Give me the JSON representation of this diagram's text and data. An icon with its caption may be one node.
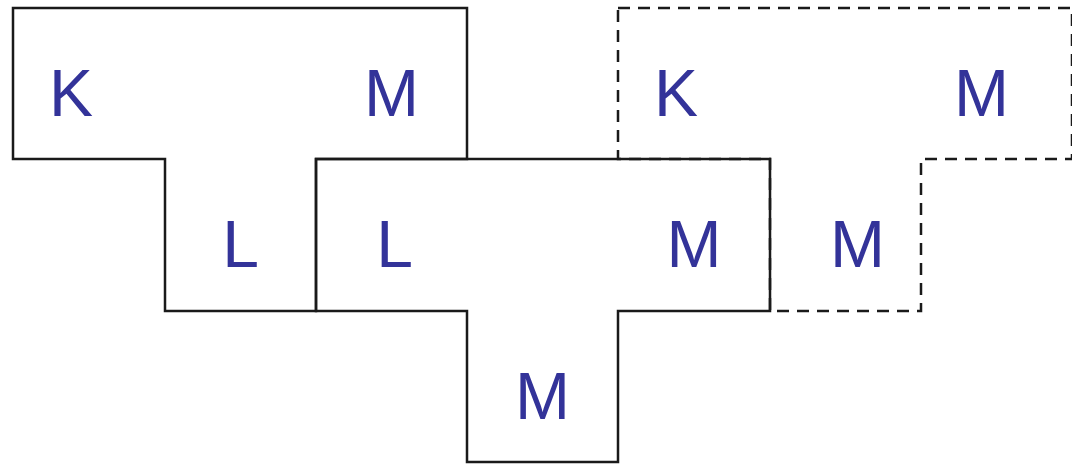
{
  "diagram": {
    "nodes": [
      {
        "text": [
          "K",
          "M",
          "L"
        ]
      },
      {
        "text": [
          "L",
          "M",
          "M"
        ]
      },
      {
        "text": [
          "K",
          "M",
          "M"
        ]
      }
    ]
  }
}
